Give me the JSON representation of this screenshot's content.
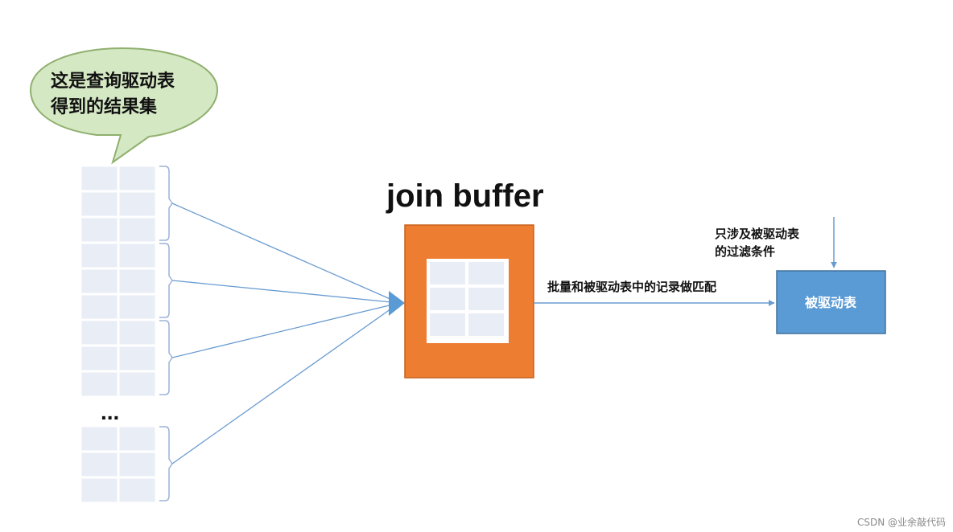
{
  "bubble": {
    "line1": "这是查询驱动表",
    "line2": "得到的结果集"
  },
  "join_buffer": {
    "title": "join buffer"
  },
  "match_label": "批量和被驱动表中的记录做匹配",
  "filter_label": {
    "line1": "只涉及被驱动表",
    "line2": "的过滤条件"
  },
  "driven_table": {
    "label": "被驱动表"
  },
  "ellipsis": "...",
  "watermark": "CSDN @业余敲代码",
  "colors": {
    "bubble_fill": "#d5e8c4",
    "bubble_stroke": "#8fb06e",
    "cell_fill": "#e8edf6",
    "cell_border": "#ffffff",
    "brace_stroke": "#9cb3d6",
    "arrow_stroke": "#6a9cd0",
    "buffer_fill": "#ed7d31",
    "buffer_stroke": "#c7601c",
    "driven_fill": "#5b9bd5",
    "driven_stroke": "#41719c"
  }
}
